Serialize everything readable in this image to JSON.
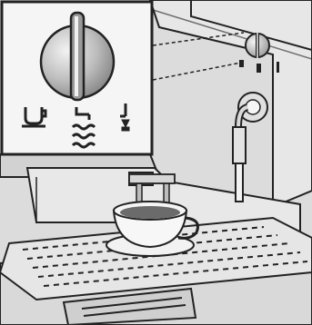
{
  "illustration": {
    "subject": "coffee-machine-spout",
    "callout": {
      "knob": "selector-knob",
      "left_symbol": "cup-icon",
      "center_symbol": "steam-icon",
      "right_symbol": "hot-water-icon"
    },
    "machine_parts": [
      "selector-knob",
      "steam-wand",
      "coffee-spout",
      "cup",
      "drip-tray"
    ]
  },
  "colors": {
    "line": "#222222",
    "panel": "#e6e6e6",
    "panel_dark": "#cfcfcf",
    "highlight": "#f7f7f7",
    "knob_light": "#dcdcdc",
    "knob_dark": "#8e8e8e",
    "coffee": "#6b6b6b"
  }
}
